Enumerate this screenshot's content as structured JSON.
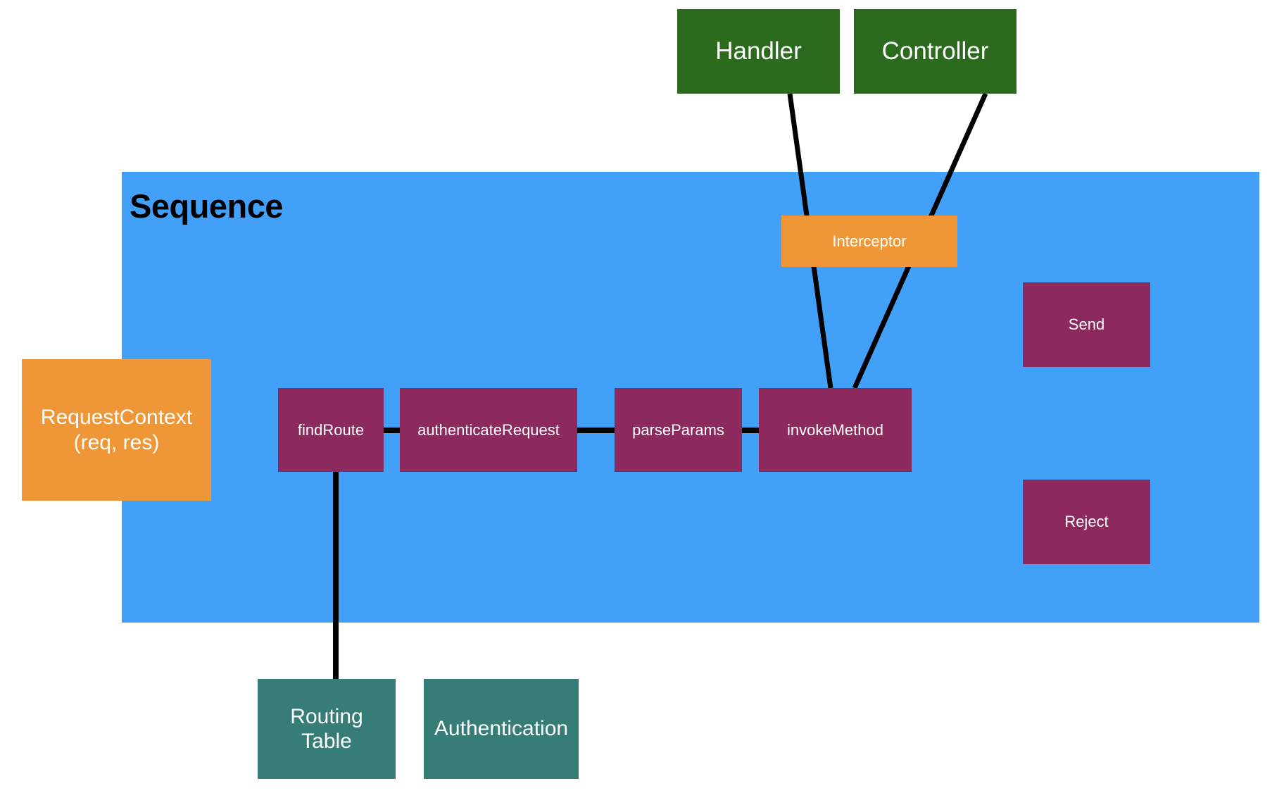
{
  "diagram": {
    "title": "Sequence",
    "colors": {
      "panel": "#42A0F8",
      "green": "#2C6B1E",
      "orange": "#EF9636",
      "maroon": "#8C2A5E",
      "teal": "#367D78",
      "edge": "#000000",
      "background": "#FFFFFF"
    },
    "nodes": {
      "handler": "Handler",
      "controller": "Controller",
      "interceptor": "Interceptor",
      "request_context": "RequestContext\n(req, res)",
      "find_route": "findRoute",
      "authenticate_request": "authenticateRequest",
      "parse_params": "parseParams",
      "invoke_method": "invokeMethod",
      "send": "Send",
      "reject": "Reject",
      "routing_table": "Routing\nTable",
      "authentication": "Authentication"
    },
    "edges": [
      {
        "from": "handler",
        "to": "invoke_method",
        "via": "interceptor"
      },
      {
        "from": "controller",
        "to": "invoke_method",
        "via": "interceptor"
      },
      {
        "from": "find_route",
        "to": "authenticate_request"
      },
      {
        "from": "authenticate_request",
        "to": "parse_params"
      },
      {
        "from": "parse_params",
        "to": "invoke_method"
      },
      {
        "from": "find_route",
        "to": "routing_table"
      }
    ]
  }
}
